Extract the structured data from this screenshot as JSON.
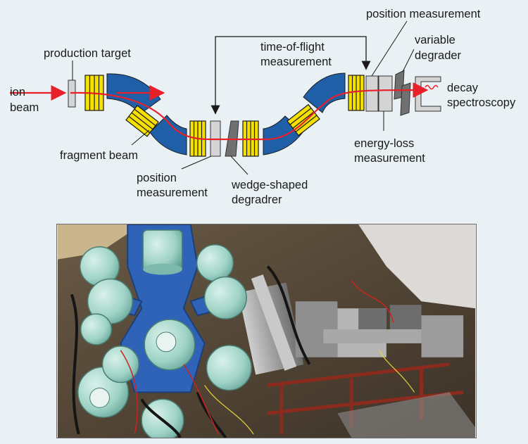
{
  "diagram": {
    "labels": {
      "ion_beam_line1": "ion",
      "ion_beam_line2": "beam",
      "production_target": "production target",
      "fragment_beam": "fragment beam",
      "position_measurement_1_line1": "position",
      "position_measurement_1_line2": "measurement",
      "wedge_degrader_line1": "wedge-shaped",
      "wedge_degrader_line2": "degradrer",
      "time_of_flight_line1": "time-of-flight",
      "time_of_flight_line2": "measurement",
      "position_measurement_2": "position measurement",
      "variable_degrader_line1": "variable",
      "variable_degrader_line2": "degrader",
      "decay_spectroscopy_line1": "decay",
      "decay_spectroscopy_line2": "spectroscopy",
      "energy_loss_line1": "energy-loss",
      "energy_loss_line2": "measurement"
    },
    "colors": {
      "dipole": "#1f5fa8",
      "quadrupole": "#f5e000",
      "beam": "#e8202a",
      "detector": "#d4d4d4",
      "degrader": "#707070",
      "background": "#e9f1f4"
    }
  },
  "photo": {
    "subject": "detector-array-photograph"
  }
}
